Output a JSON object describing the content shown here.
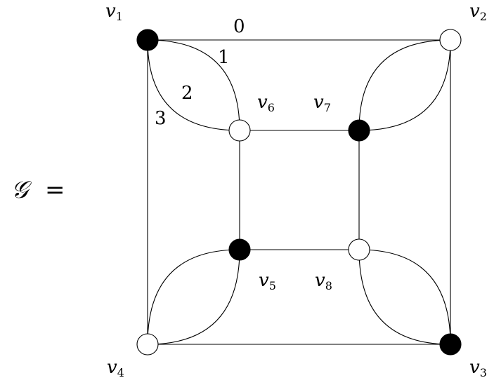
{
  "graph": {
    "name": "𝒢",
    "equals": "=",
    "vertices": [
      {
        "id": "v1",
        "letter": "v",
        "index": "1",
        "color": "black"
      },
      {
        "id": "v2",
        "letter": "v",
        "index": "2",
        "color": "white"
      },
      {
        "id": "v3",
        "letter": "v",
        "index": "3",
        "color": "black"
      },
      {
        "id": "v4",
        "letter": "v",
        "index": "4",
        "color": "white"
      },
      {
        "id": "v5",
        "letter": "v",
        "index": "5",
        "color": "black"
      },
      {
        "id": "v6",
        "letter": "v",
        "index": "6",
        "color": "white"
      },
      {
        "id": "v7",
        "letter": "v",
        "index": "7",
        "color": "black"
      },
      {
        "id": "v8",
        "letter": "v",
        "index": "8",
        "color": "white"
      }
    ],
    "edge_labels": [
      "0",
      "1",
      "2",
      "3"
    ],
    "colors": {
      "black_vertex": "#000000",
      "white_vertex": "#ffffff",
      "stroke": "#000000"
    }
  }
}
